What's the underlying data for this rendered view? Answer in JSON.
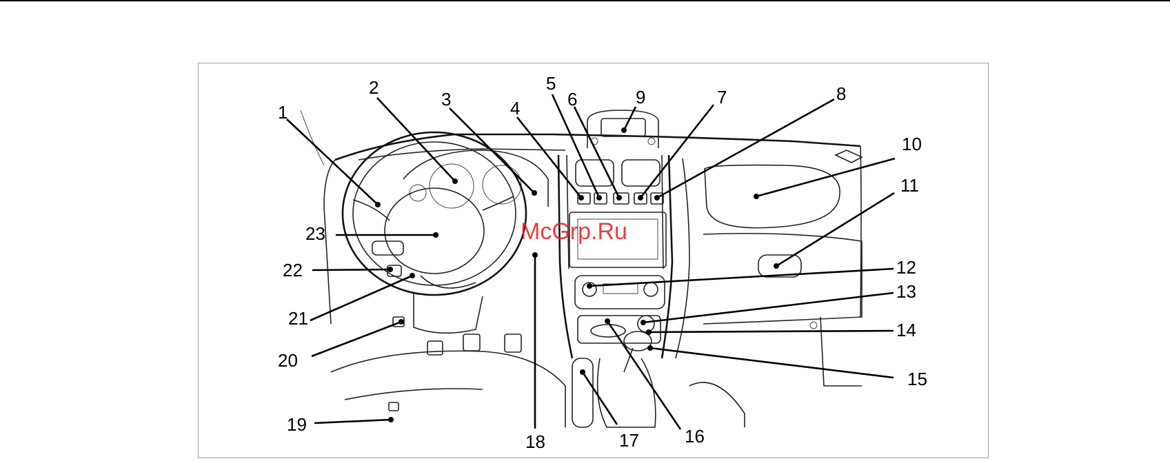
{
  "watermark": "McGrp.Ru",
  "callouts": [
    {
      "num": "1"
    },
    {
      "num": "2"
    },
    {
      "num": "3"
    },
    {
      "num": "4"
    },
    {
      "num": "5"
    },
    {
      "num": "6"
    },
    {
      "num": "7"
    },
    {
      "num": "8"
    },
    {
      "num": "9"
    },
    {
      "num": "10"
    },
    {
      "num": "11"
    },
    {
      "num": "12"
    },
    {
      "num": "13"
    },
    {
      "num": "14"
    },
    {
      "num": "15"
    },
    {
      "num": "16"
    },
    {
      "num": "17"
    },
    {
      "num": "18"
    },
    {
      "num": "19"
    },
    {
      "num": "20"
    },
    {
      "num": "21"
    },
    {
      "num": "22"
    },
    {
      "num": "23"
    }
  ]
}
